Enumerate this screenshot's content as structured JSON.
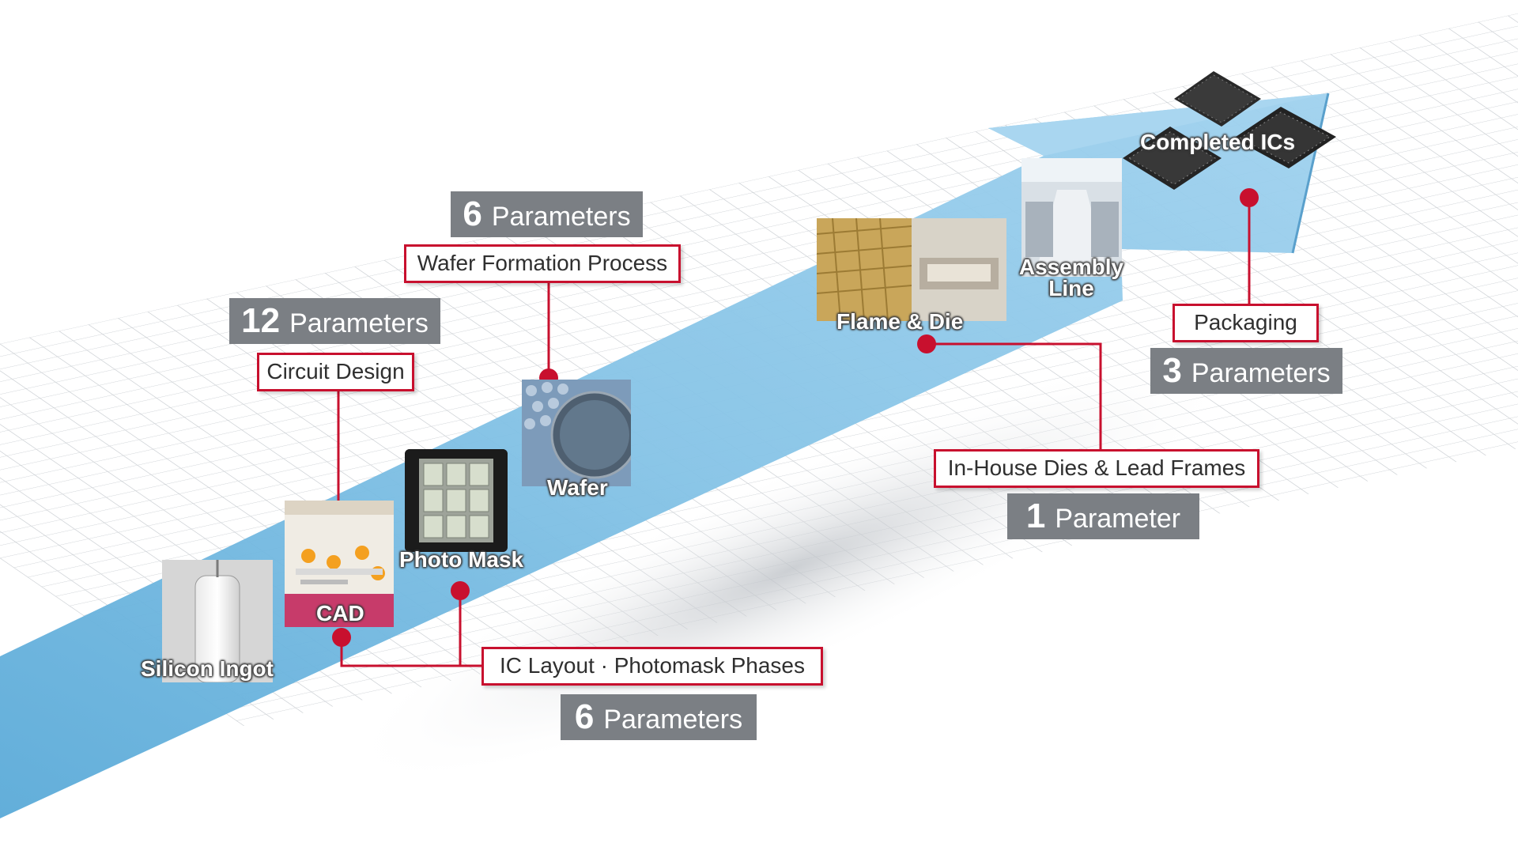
{
  "stages": {
    "silicon_ingot": "Silicon Ingot",
    "cad": "CAD",
    "photo_mask": "Photo Mask",
    "wafer": "Wafer",
    "flame_die": "Flame & Die",
    "assembly_line": "Assembly Line",
    "completed_ics": "Completed ICs"
  },
  "phases": [
    {
      "name": "Circuit Design",
      "count": "12",
      "unit": "Parameters"
    },
    {
      "name": "Wafer Formation Process",
      "count": "6",
      "unit": "Parameters"
    },
    {
      "name": "IC Layout · Photomask Phases",
      "count": "6",
      "unit": "Parameters"
    },
    {
      "name": "In-House Dies & Lead Frames",
      "count": "1",
      "unit": "Parameter"
    },
    {
      "name": "Packaging",
      "count": "3",
      "unit": "Parameters"
    }
  ],
  "colors": {
    "arrow": "#7fbfe3",
    "callout": "#c8102e",
    "param_box": "#7b7f84",
    "grid": "#cfd3d7"
  }
}
